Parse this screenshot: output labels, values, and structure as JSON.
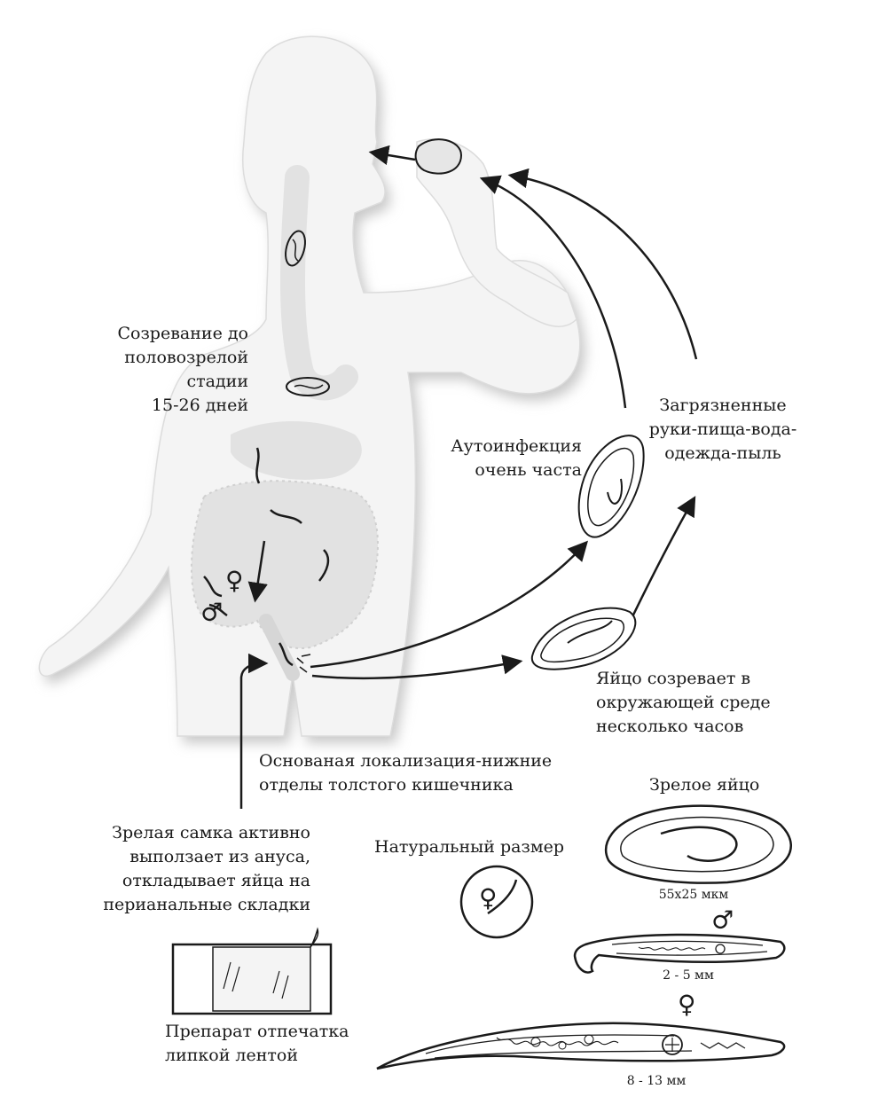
{
  "labels": {
    "maturation": "Созревание до\nполовозрелой стадии\n15-26 дней",
    "autoinfection": "Аутоинфекция\nочень часта",
    "contaminated": "Загрязненные\nруки-пища-вода-\nодежда-пыль",
    "egg_matures": "Яйцо созревает в\nокружающей среде\nнесколько часов",
    "main_localization": "Основаная локализация-нижние\nотделы толстого кишечника",
    "female_crawls": "Зрелая самка активно\nвыползает из ануса,\nоткладывает яйца на\nперианальные складки",
    "natural_size": "Натуральный размер",
    "mature_egg": "Зрелое яйцо",
    "egg_size": "55x25 мкм",
    "male_size": "2 - 5 мм",
    "female_size": "8 - 13 мм",
    "tape_prep": "Препарат отпечатка\nлипкой лентой"
  },
  "symbols": {
    "female": "♀",
    "male": "♂"
  },
  "colors": {
    "ink": "#1a1a1a",
    "body_fill": "#f4f4f4",
    "body_shadow": "#c9c9c9",
    "gut": "#e2e2e2"
  }
}
